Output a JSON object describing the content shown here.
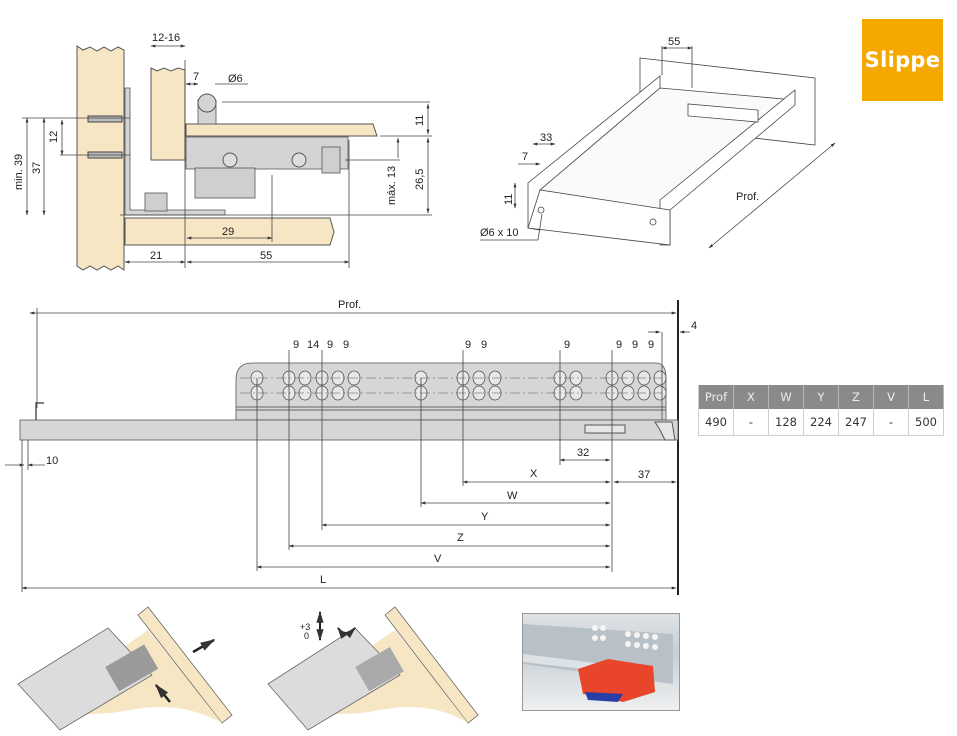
{
  "brand": {
    "label": "Slippe",
    "color": "#f5a800"
  },
  "cross_section": {
    "dim_12_16": "12-16",
    "dim_7": "7",
    "dim_d6": "Ø6",
    "dim_11": "11",
    "dim_26_5": "26,5",
    "dim_max13": "máx. 13",
    "dim_min39": "min. 39",
    "dim_37": "37",
    "dim_12": "12",
    "dim_29": "29",
    "dim_21": "21",
    "dim_55": "55"
  },
  "isometric": {
    "dim_55": "55",
    "dim_33": "33",
    "dim_7": "7",
    "dim_11": "11",
    "hole": "Ø6 x 10",
    "prof": "Prof."
  },
  "side_view": {
    "prof": "Prof.",
    "dim_4": "4",
    "dim_10": "10",
    "dim_32": "32",
    "dim_37": "37",
    "hole_spacing_labels": [
      "9",
      "14",
      "9",
      "9",
      "9",
      "9",
      "9",
      "9",
      "9",
      "9"
    ],
    "x_label": "X",
    "w_label": "W",
    "y_label": "Y",
    "z_label": "Z",
    "v_label": "V",
    "l_label": "L"
  },
  "spec_table": {
    "headers": [
      "Prof",
      "X",
      "W",
      "Y",
      "Z",
      "V",
      "L"
    ],
    "rows": [
      [
        "490",
        "-",
        "128",
        "224",
        "247",
        "-",
        "500"
      ]
    ]
  },
  "adjust": {
    "plus": "+3",
    "zero": "0"
  },
  "colors": {
    "wood": "#f7e6c4",
    "metal": "#d4d4d4",
    "header": "#8a8a8a",
    "clip_red": "#e8452a",
    "clip_blue": "#2a3ea8"
  }
}
